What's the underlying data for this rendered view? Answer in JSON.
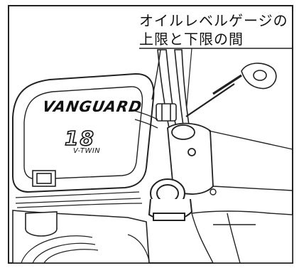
{
  "callout": {
    "line1": "オイルレベルゲージの",
    "line2": "上限と下限の間"
  },
  "engine_logo": {
    "brand": "VANGUARD",
    "model_number": "18",
    "model_sub": "V-TWIN"
  },
  "colors": {
    "ink": "#111111",
    "paper": "#ffffff",
    "border": "#222222"
  }
}
